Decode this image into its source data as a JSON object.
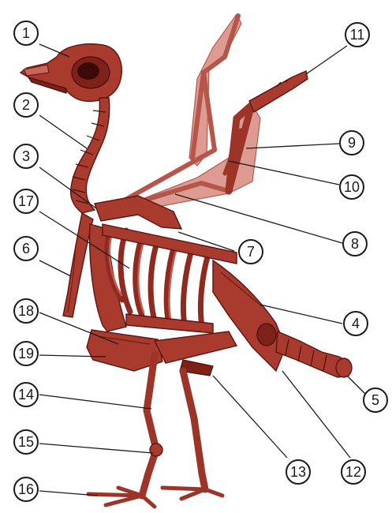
{
  "colors": {
    "bone": "#a83a2e",
    "bone_dark": "#7d2119",
    "bone_light": "#c9665a",
    "label_stroke": "#1a1a1a",
    "background": "#ffffff"
  },
  "callouts": [
    "1",
    "2",
    "3",
    "4",
    "5",
    "6",
    "7",
    "8",
    "9",
    "10",
    "11",
    "12",
    "13",
    "14",
    "15",
    "16",
    "17",
    "18",
    "19"
  ]
}
